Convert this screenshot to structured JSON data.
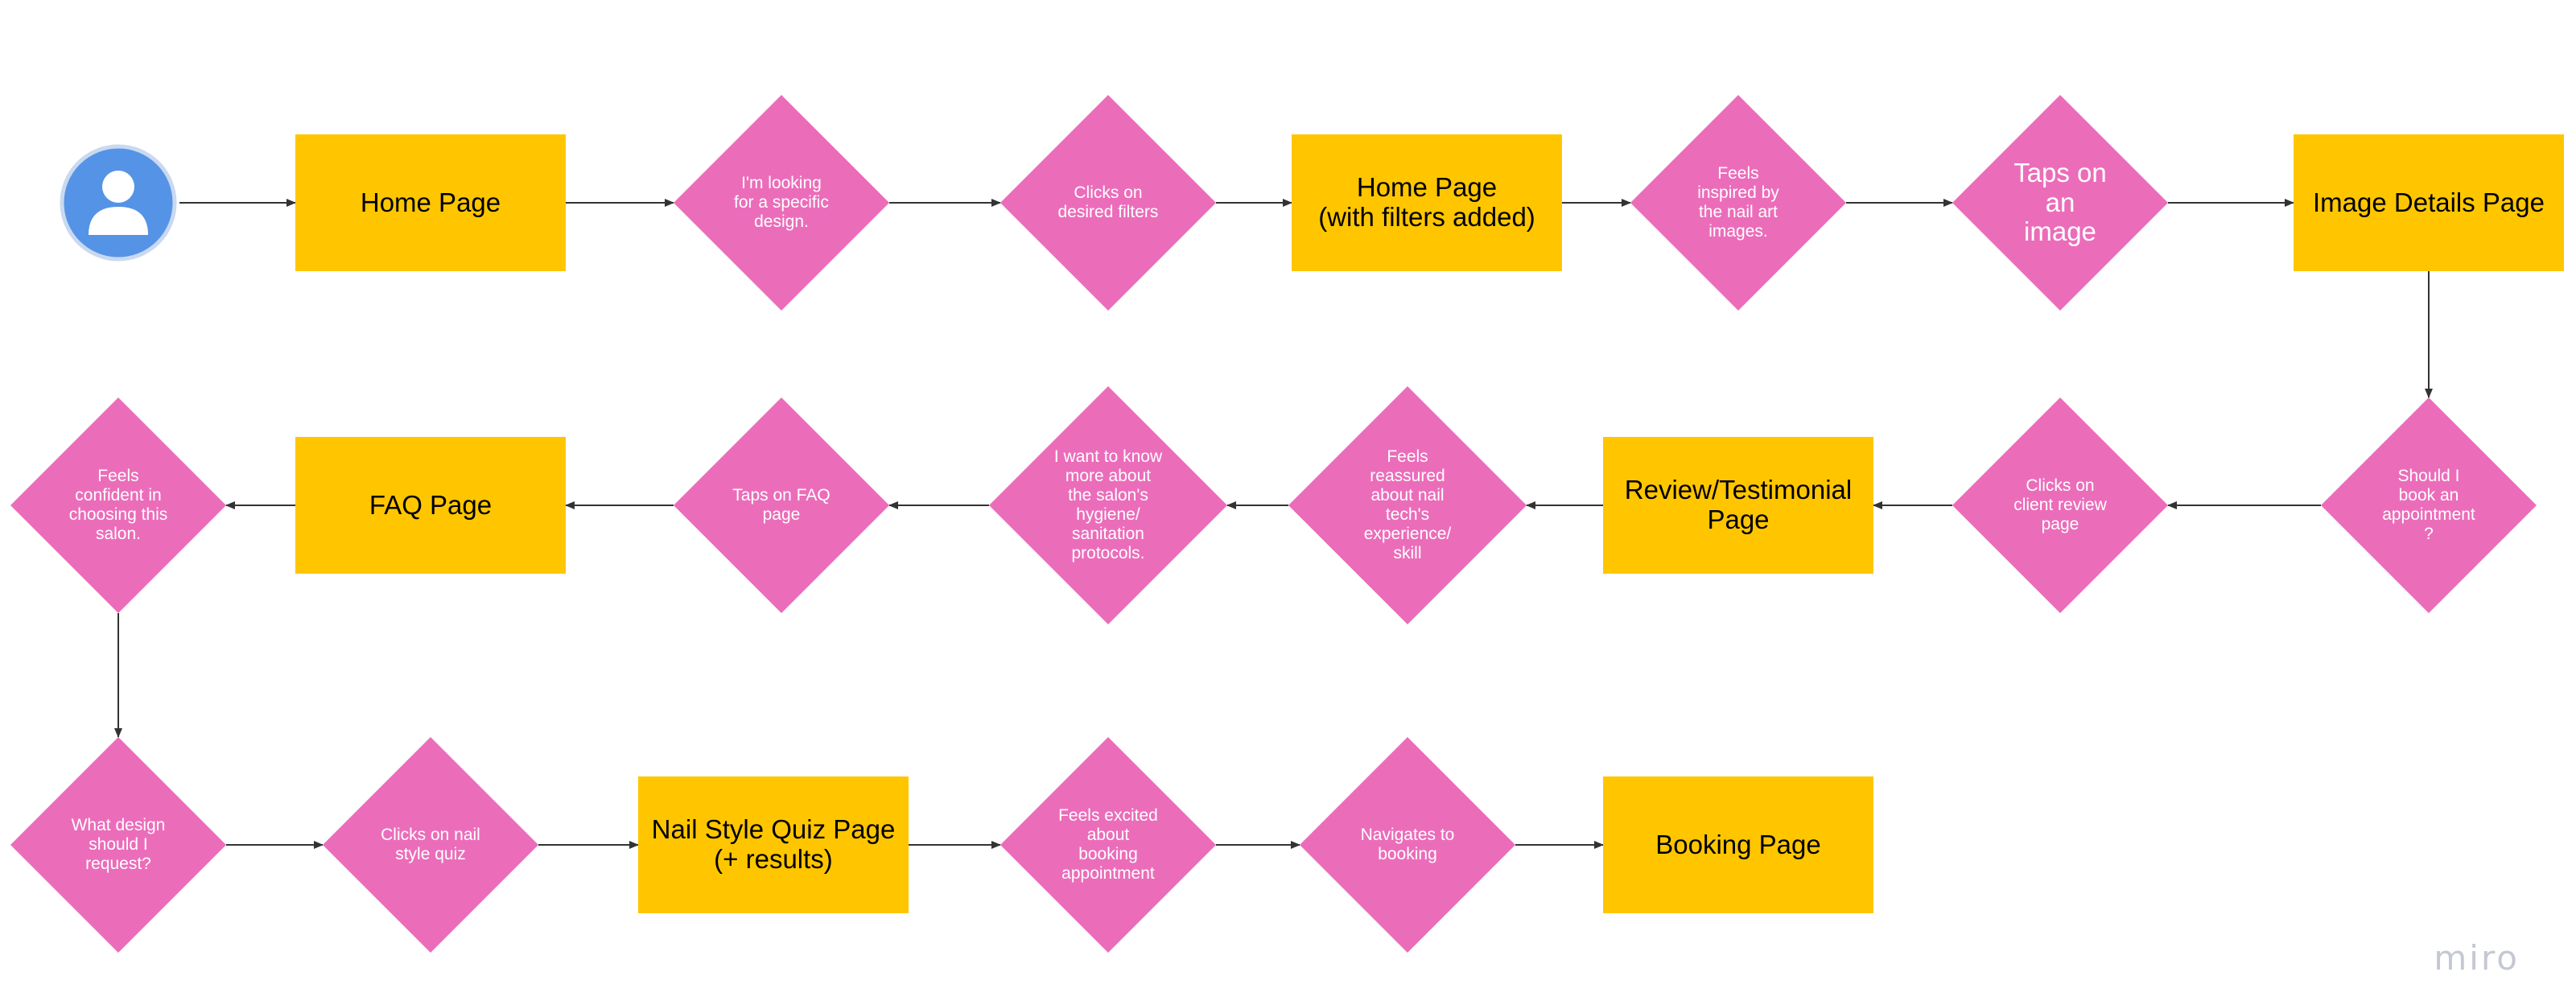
{
  "diagram": {
    "nodes": [
      {
        "id": "user",
        "shape": "person",
        "icon": "user-avatar-icon",
        "label": ""
      },
      {
        "id": "n1",
        "shape": "rect",
        "label": "Home Page"
      },
      {
        "id": "n2",
        "shape": "diamond",
        "label": "I'm looking\nfor a specific\ndesign."
      },
      {
        "id": "n3",
        "shape": "diamond",
        "label": "Clicks on\ndesired filters"
      },
      {
        "id": "n4",
        "shape": "rect",
        "label": "Home Page\n(with filters added)"
      },
      {
        "id": "n5",
        "shape": "diamond",
        "label": "Feels\ninspired by\nthe nail art\nimages."
      },
      {
        "id": "n6",
        "shape": "diamond",
        "label": "Taps on\nan\nimage"
      },
      {
        "id": "n7",
        "shape": "rect",
        "label": "Image Details Page"
      },
      {
        "id": "n8",
        "shape": "diamond",
        "label": "Should I\nbook an\nappointment\n?"
      },
      {
        "id": "n9",
        "shape": "diamond",
        "label": "Clicks on\nclient review\npage"
      },
      {
        "id": "n10",
        "shape": "rect",
        "label": "Review/Testimonial\nPage"
      },
      {
        "id": "n11",
        "shape": "diamond",
        "label": "Feels\nreassured\nabout nail\ntech's\nexperience/\nskill"
      },
      {
        "id": "n12",
        "shape": "diamond",
        "label": "I want to know\nmore about\nthe salon's\nhygiene/\nsanitation\nprotocols."
      },
      {
        "id": "n13",
        "shape": "diamond",
        "label": "Taps on FAQ\npage"
      },
      {
        "id": "n14",
        "shape": "rect",
        "label": "FAQ Page"
      },
      {
        "id": "n15",
        "shape": "diamond",
        "label": "Feels\nconfident in\nchoosing this\nsalon."
      },
      {
        "id": "n16",
        "shape": "diamond",
        "label": "What design\nshould I\nrequest?"
      },
      {
        "id": "n17",
        "shape": "diamond",
        "label": "Clicks on nail\nstyle quiz"
      },
      {
        "id": "n18",
        "shape": "rect",
        "label": "Nail Style Quiz Page\n(+ results)"
      },
      {
        "id": "n19",
        "shape": "diamond",
        "label": "Feels excited\nabout\nbooking\nappointment"
      },
      {
        "id": "n20",
        "shape": "diamond",
        "label": "Navigates to\nbooking"
      },
      {
        "id": "n21",
        "shape": "rect",
        "label": "Booking Page"
      }
    ],
    "edges": [
      [
        "user",
        "n1"
      ],
      [
        "n1",
        "n2"
      ],
      [
        "n2",
        "n3"
      ],
      [
        "n3",
        "n4"
      ],
      [
        "n4",
        "n5"
      ],
      [
        "n5",
        "n6"
      ],
      [
        "n6",
        "n7"
      ],
      [
        "n7",
        "n8"
      ],
      [
        "n8",
        "n9"
      ],
      [
        "n9",
        "n10"
      ],
      [
        "n10",
        "n11"
      ],
      [
        "n11",
        "n12"
      ],
      [
        "n12",
        "n13"
      ],
      [
        "n13",
        "n14"
      ],
      [
        "n14",
        "n15"
      ],
      [
        "n15",
        "n16"
      ],
      [
        "n16",
        "n17"
      ],
      [
        "n17",
        "n18"
      ],
      [
        "n18",
        "n19"
      ],
      [
        "n19",
        "n20"
      ],
      [
        "n20",
        "n21"
      ]
    ]
  },
  "colors": {
    "page_fill": "#FFC600",
    "decision_fill": "#EB6DBA",
    "avatar_fill": "#5593E6",
    "arrow": "#333333",
    "watermark": "#C4C8D2"
  },
  "watermark": "miro"
}
